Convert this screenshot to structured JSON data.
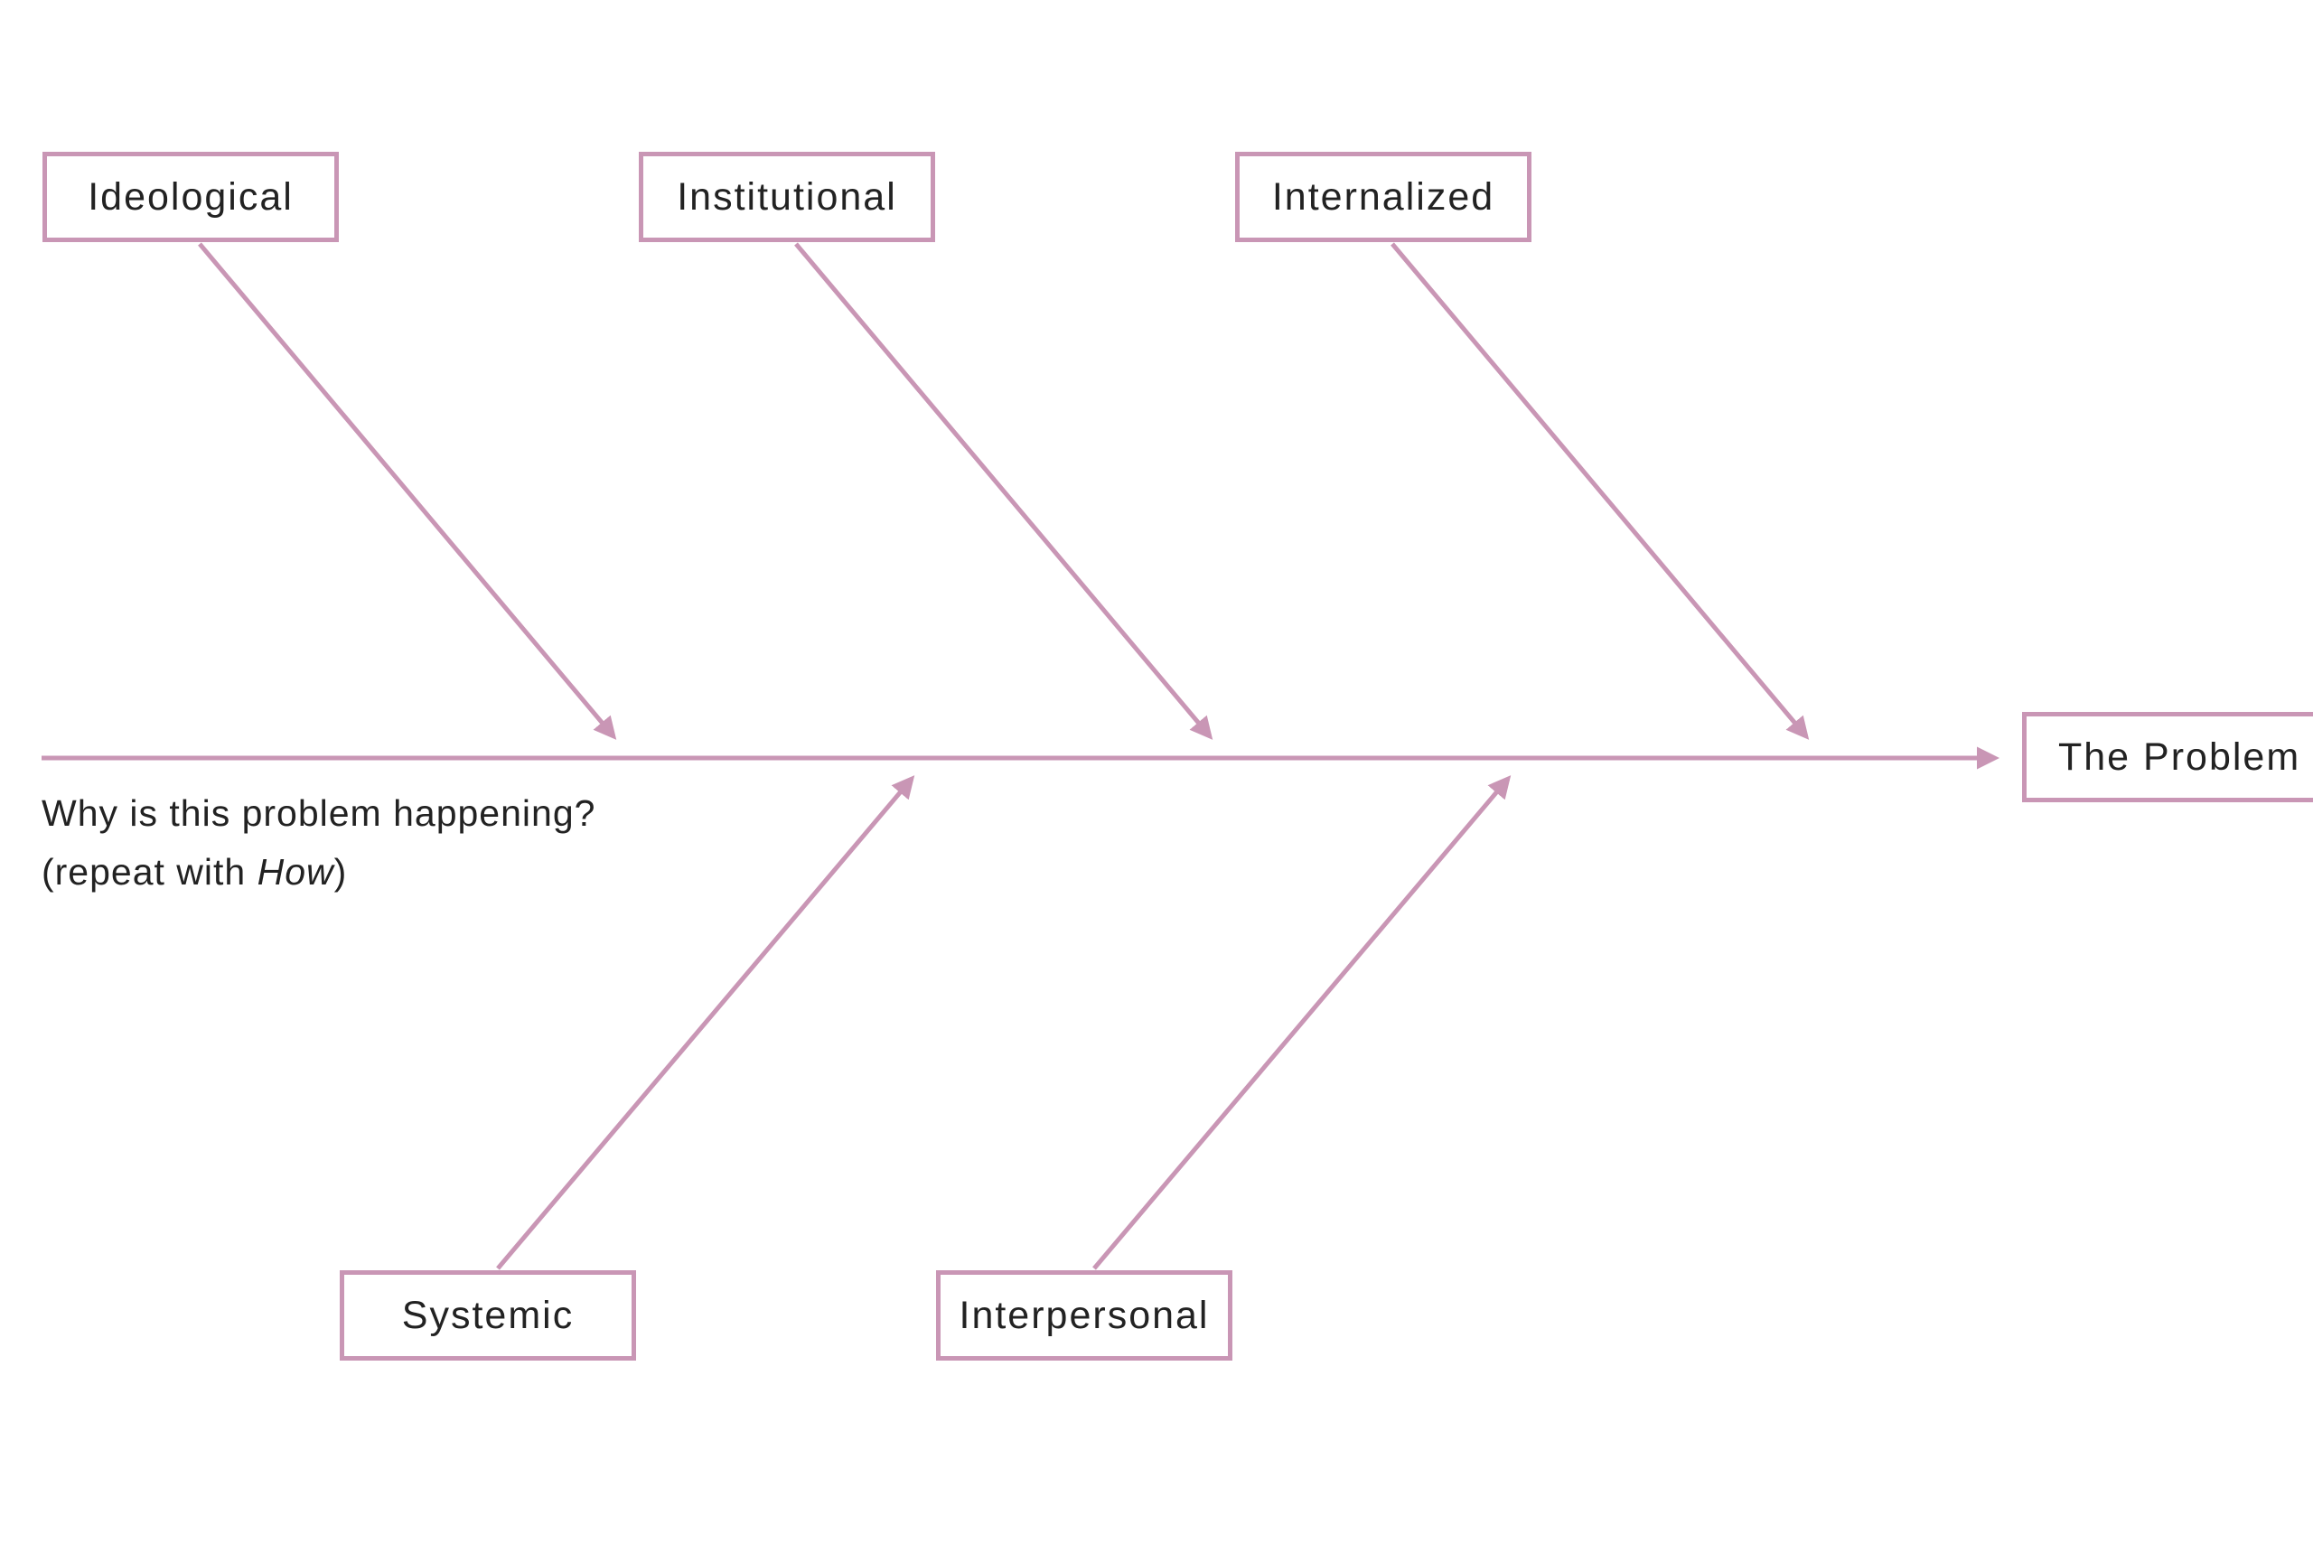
{
  "colors": {
    "stroke": "#c996b5",
    "text": "#222222",
    "background": "#ffffff"
  },
  "problem": {
    "label": "The Problem"
  },
  "causes": {
    "top": [
      {
        "label": "Ideological"
      },
      {
        "label": "Institutional"
      },
      {
        "label": "Internalized"
      }
    ],
    "bottom": [
      {
        "label": "Systemic"
      },
      {
        "label": "Interpersonal"
      }
    ]
  },
  "spine_note": {
    "line1": "Why is this problem happening?",
    "line2_prefix": "(repeat with ",
    "line2_emphasis": "How",
    "line2_suffix": ")"
  }
}
